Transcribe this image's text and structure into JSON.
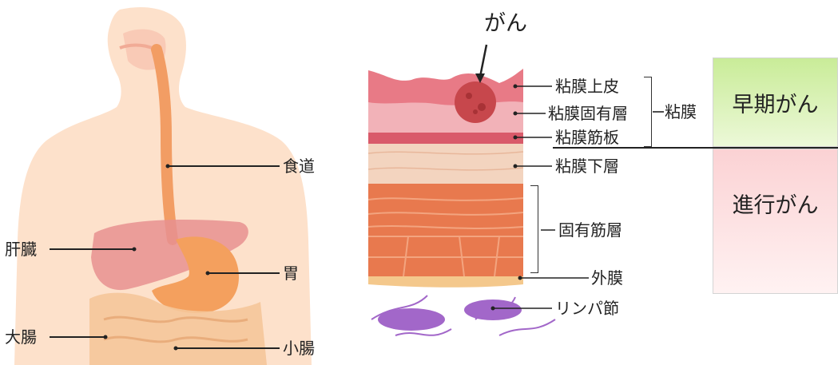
{
  "anatomy": {
    "labels": {
      "esophagus": "食道",
      "liver": "肝臓",
      "stomach": "胃",
      "large_intestine": "大腸",
      "small_intestine": "小腸"
    }
  },
  "layers": {
    "cancer_label": "がん",
    "labels": {
      "epithelium": "粘膜上皮",
      "lamina_propria": "粘膜固有層",
      "muscularis_mucosae": "粘膜筋板",
      "mucosa_group": "粘膜",
      "submucosa": "粘膜下層",
      "muscularis_propria": "固有筋層",
      "serosa": "外膜",
      "lymph_node": "リンパ節"
    }
  },
  "stages": {
    "early": "早期がん",
    "advanced": "進行がん"
  },
  "colors": {
    "skin": "#fde1cb",
    "esophagus": "#f29d64",
    "liver": "#e89090",
    "stomach": "#f4a05e",
    "intestine": "#f5c79a",
    "epithelium": "#e87a86",
    "muscularis_mucosae": "#d95a6a",
    "submucosa": "#f3d4bf",
    "muscle": "#e8794e",
    "lymph_node": "#a267c9",
    "tumor": "#c7474c",
    "early_box_top": "#c9ec98",
    "advanced_box_top": "#fbd2d4"
  }
}
